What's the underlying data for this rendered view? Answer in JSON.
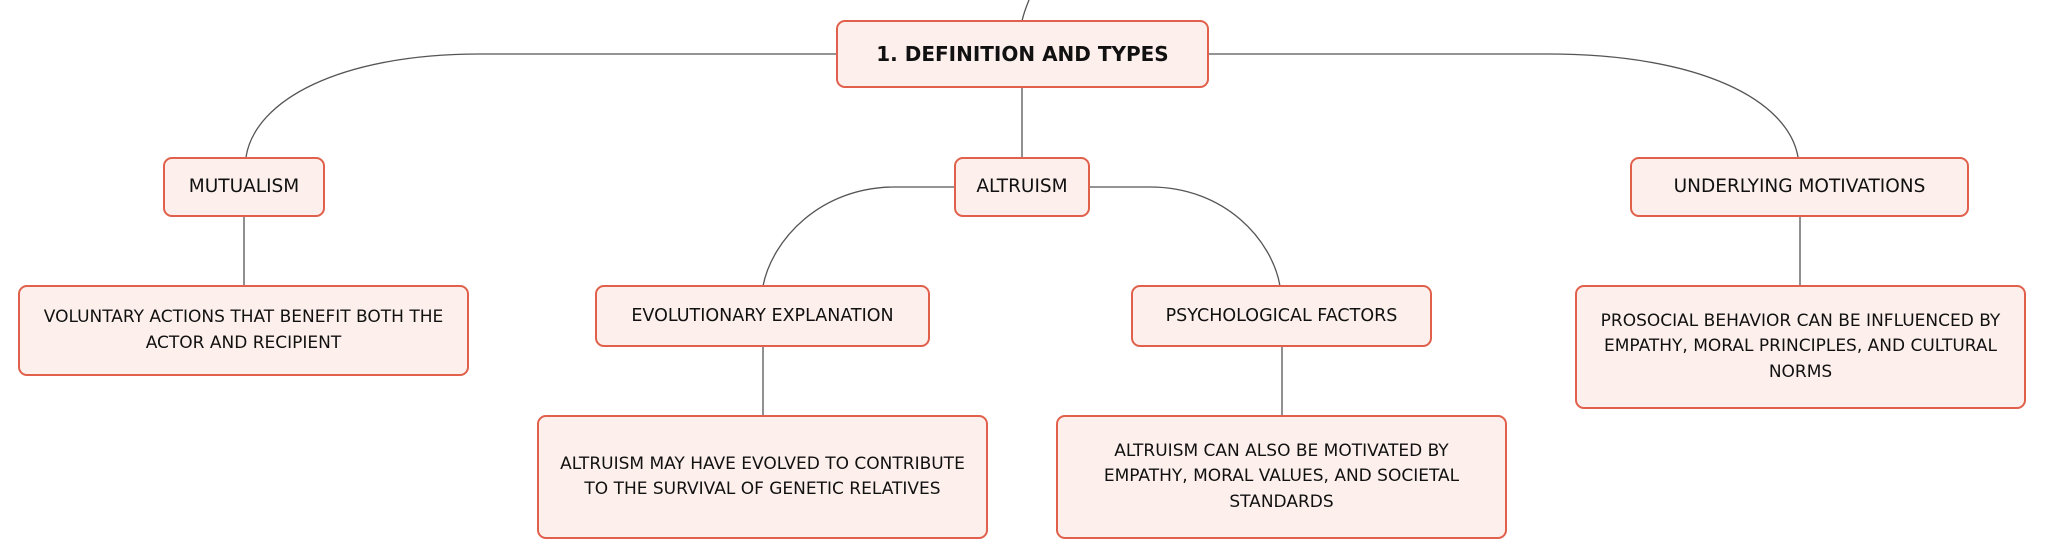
{
  "diagram": {
    "root": {
      "label": "1. DEFINITION AND TYPES"
    },
    "branches": {
      "mutualism": {
        "label": "MUTUALISM",
        "detail": "VOLUNTARY ACTIONS THAT BENEFIT BOTH THE ACTOR AND RECIPIENT"
      },
      "altruism": {
        "label": "ALTRUISM",
        "evolutionary": {
          "label": "EVOLUTIONARY EXPLANATION",
          "detail": "ALTRUISM MAY HAVE EVOLVED TO CONTRIBUTE TO THE SURVIVAL OF GENETIC RELATIVES"
        },
        "psychological": {
          "label": "PSYCHOLOGICAL FACTORS",
          "detail": "ALTRUISM CAN ALSO BE MOTIVATED BY EMPATHY, MORAL VALUES, AND SOCIETAL STANDARDS"
        }
      },
      "motivations": {
        "label": "UNDERLYING MOTIVATIONS",
        "detail": "PROSOCIAL BEHAVIOR CAN BE INFLUENCED BY EMPATHY, MORAL PRINCIPLES, AND CULTURAL NORMS"
      }
    }
  },
  "colors": {
    "node_border": "#e0604c",
    "node_fill": "#fdf0ec",
    "connector": "#555555"
  }
}
